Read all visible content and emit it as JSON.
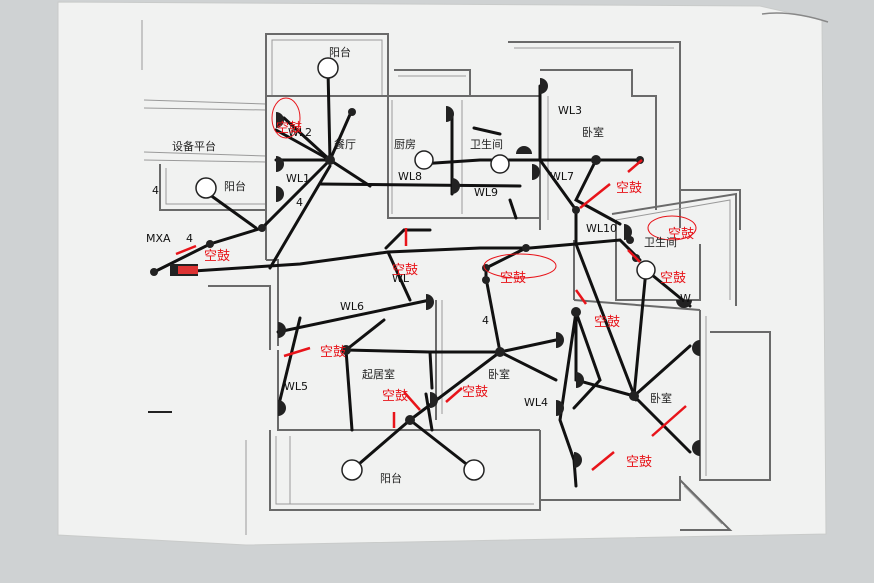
{
  "rooms": {
    "balcony_top": "阳台",
    "equipment": "设备平台",
    "balcony_left": "阳台",
    "dining": "餐厅",
    "kitchen": "厨房",
    "bath_top": "卫生间",
    "bedroom_top_right": "卧室",
    "bath_right": "卫生间",
    "living": "起居室",
    "bedroom_mid": "卧室",
    "bedroom_right": "卧室",
    "balcony_bottom": "阳台"
  },
  "circuits": {
    "wl1": "WL1",
    "wl2": "WL2",
    "wl3": "WL3",
    "wl4": "WL4",
    "wl5": "WL5",
    "wl6": "WL6",
    "wl7": "WL7",
    "wl8": "WL8",
    "wl9": "WL9",
    "wl10": "WL10",
    "wl_stub": "WL",
    "w_label": "W",
    "mxa": "MXA",
    "n4a": "4",
    "n4b": "4",
    "n4c": "4",
    "n4d": "4"
  },
  "annotations": {
    "label": "空鼓",
    "color": "#e8141a"
  }
}
